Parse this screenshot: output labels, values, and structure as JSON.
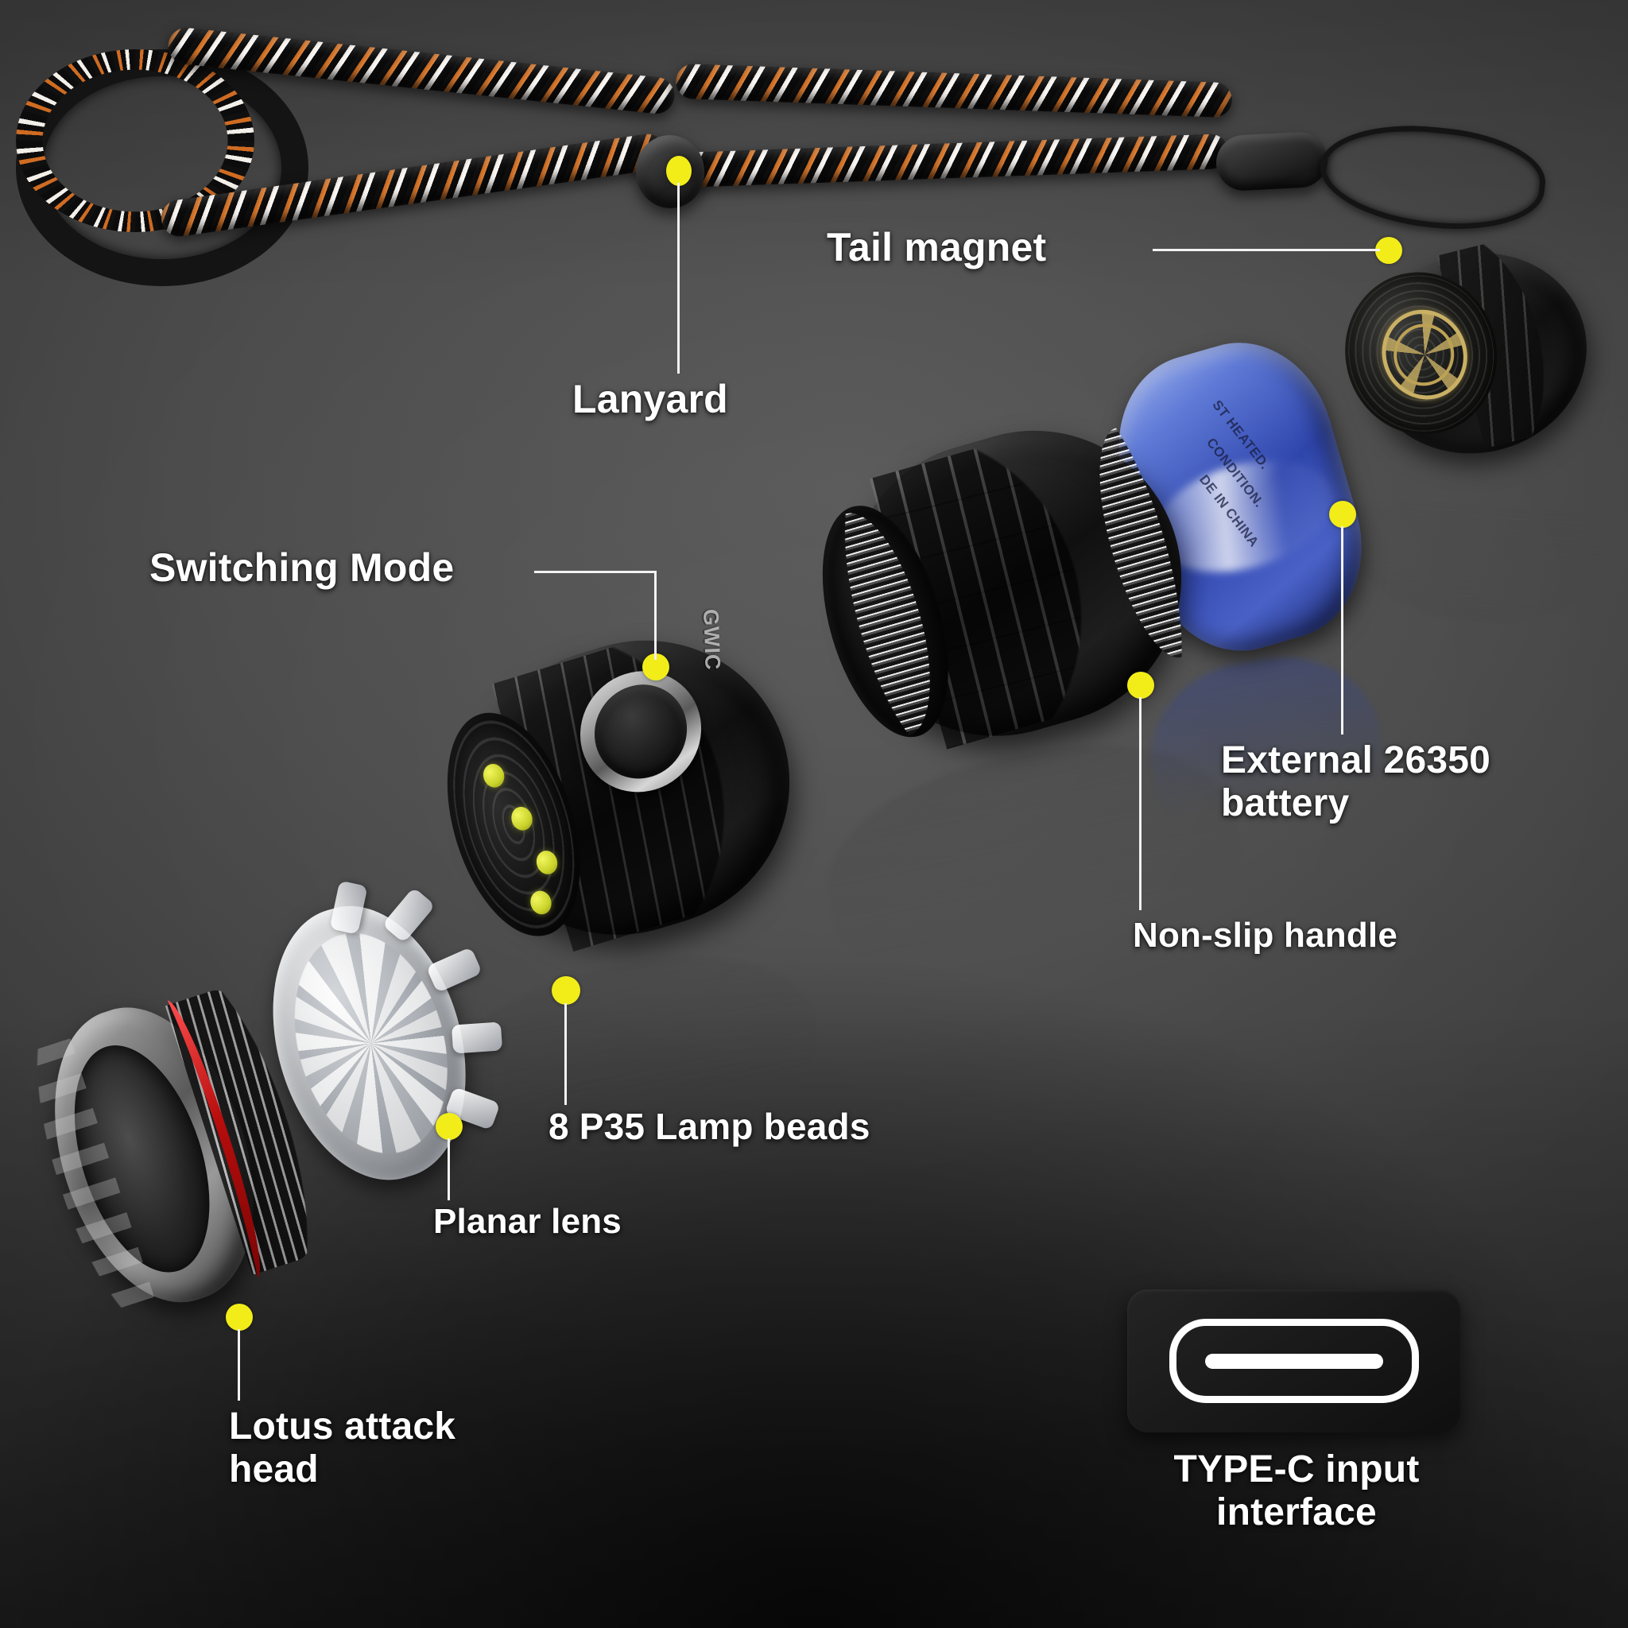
{
  "product": {
    "brand_mark": "GWIC",
    "background_color": "#474747",
    "callout_dot_color": "#F2ED19",
    "leader_line_color": "#F2F2F2",
    "label_color": "#FFFFFF"
  },
  "callouts": [
    {
      "id": "lanyard",
      "label": "Lanyard",
      "target": "lanyard-slider"
    },
    {
      "id": "tail-magnet",
      "label": "Tail magnet",
      "target": "tail-cap"
    },
    {
      "id": "switching-mode",
      "label": "Switching Mode",
      "target": "power-switch"
    },
    {
      "id": "battery",
      "label": "External 26350\nbattery",
      "target": "battery-cell"
    },
    {
      "id": "handle",
      "label": "Non-slip handle",
      "target": "battery-tube"
    },
    {
      "id": "lamp-beads",
      "label": "8 P35 Lamp beads",
      "target": "led-beads"
    },
    {
      "id": "planar-lens",
      "label": "Planar lens",
      "target": "lens-optic"
    },
    {
      "id": "lotus-head",
      "label": "Lotus attack\nhead",
      "target": "bezel-ring"
    },
    {
      "id": "type-c",
      "label": "TYPE-C input\ninterface",
      "target": "type-c-port"
    }
  ],
  "battery_print": {
    "line1": "ST HEATED.",
    "line2": "CONDITION.",
    "line3": "DE IN CHINA"
  }
}
